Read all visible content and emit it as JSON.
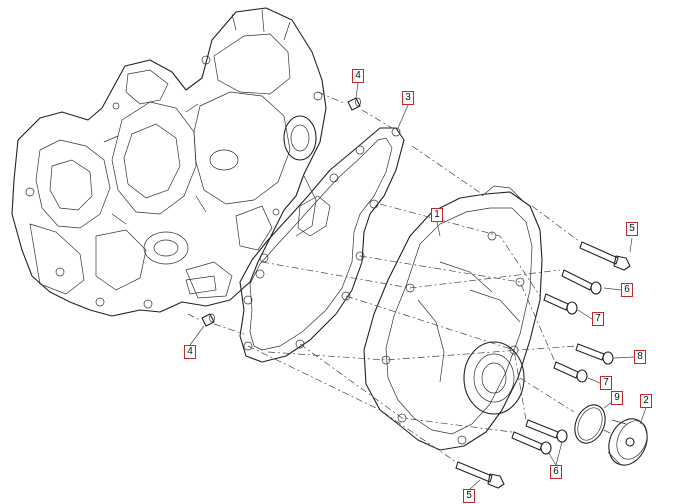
{
  "callouts": [
    {
      "id": "c1",
      "label": "1"
    },
    {
      "id": "c2",
      "label": "2"
    },
    {
      "id": "c3",
      "label": "3"
    },
    {
      "id": "c4a",
      "label": "4"
    },
    {
      "id": "c4b",
      "label": "4"
    },
    {
      "id": "c5a",
      "label": "5"
    },
    {
      "id": "c5b",
      "label": "5"
    },
    {
      "id": "c6a",
      "label": "6"
    },
    {
      "id": "c6b",
      "label": "6"
    },
    {
      "id": "c7a",
      "label": "7"
    },
    {
      "id": "c7b",
      "label": "7"
    },
    {
      "id": "c8",
      "label": "8"
    },
    {
      "id": "c9",
      "label": "9"
    }
  ],
  "colors": {
    "line": "#222222",
    "callout_border": "#c0282d",
    "background": "#ffffff"
  }
}
